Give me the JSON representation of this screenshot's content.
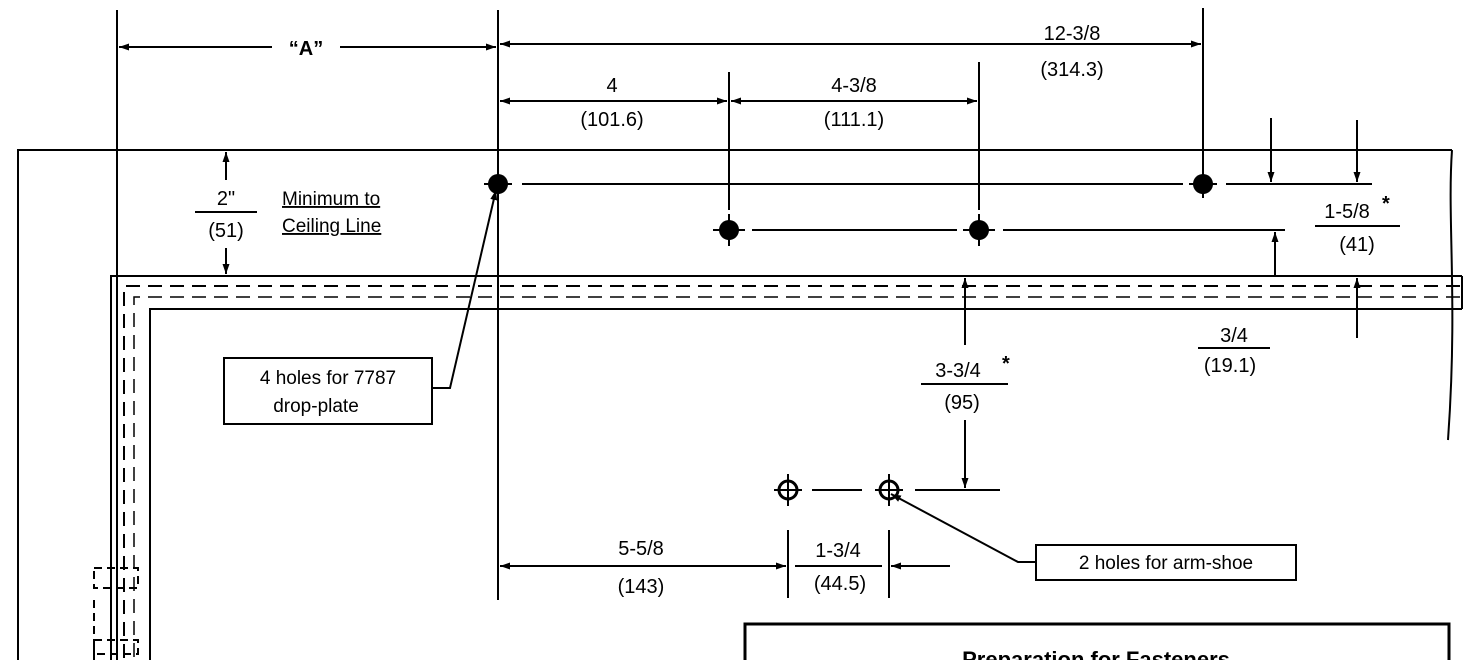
{
  "dimensions": {
    "a_label": "“A”",
    "d_12_3_8": {
      "in": "12-3/8",
      "mm": "(314.3)"
    },
    "d_4": {
      "in": "4",
      "mm": "(101.6)"
    },
    "d_4_3_8": {
      "in": "4-3/8",
      "mm": "(111.1)"
    },
    "d_2": {
      "in": "2\"",
      "mm": "(51)"
    },
    "d_1_5_8": {
      "in": "1-5/8",
      "mm": "(41)"
    },
    "d_3_4": {
      "in": "3/4",
      "mm": "(19.1)"
    },
    "d_3_3_4": {
      "in": "3-3/4",
      "mm": "(95)"
    },
    "d_5_5_8": {
      "in": "5-5/8",
      "mm": "(143)"
    },
    "d_1_3_4": {
      "in": "1-3/4",
      "mm": "(44.5)"
    },
    "asterisk": "*"
  },
  "labels": {
    "minimum_line1": "Minimum to",
    "minimum_line2": "Ceiling Line",
    "callout_drop_plate_line1": "4 holes for 7787",
    "callout_drop_plate_line2": "drop-plate",
    "callout_arm_shoe": "2 holes for arm-shoe",
    "table_title": "Preparation for Fasteners"
  }
}
